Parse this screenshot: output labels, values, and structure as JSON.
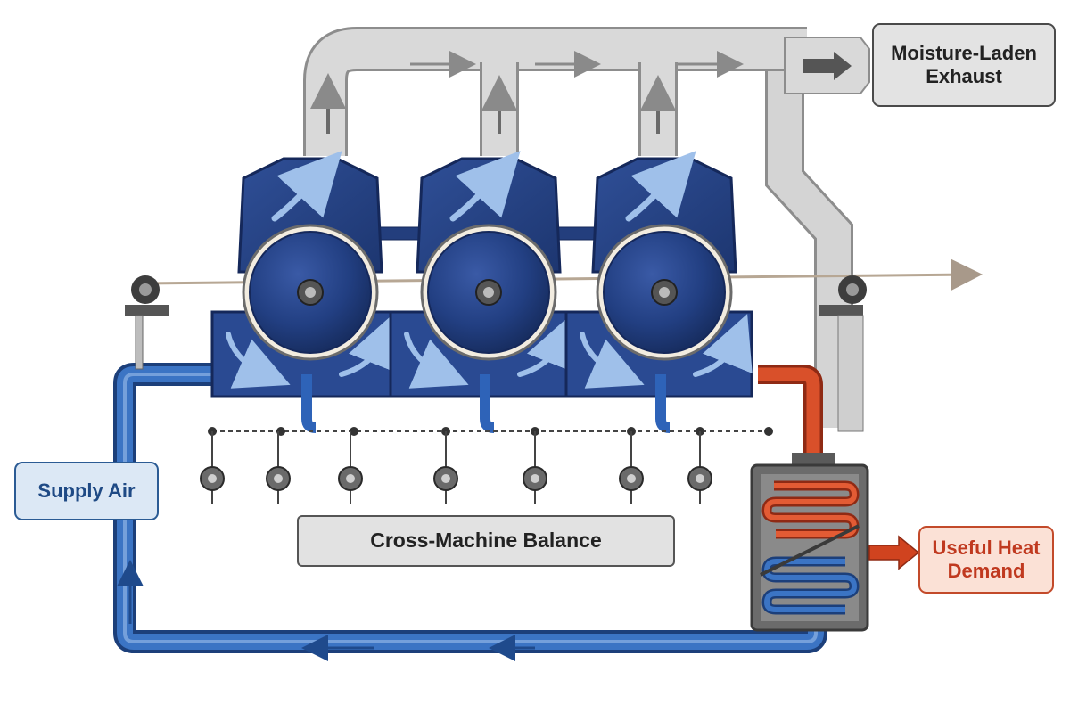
{
  "labels": {
    "exhaust": "Moisture-Laden Exhaust",
    "supply": "Supply Air",
    "balance": "Cross-Machine Balance",
    "heat_demand": "Useful Heat Demand"
  },
  "colors": {
    "machine_blue": "#233e7d",
    "supply_air_blue": "#2e63b8",
    "hot_water_red": "#d0431f",
    "exhaust_grey": "#c9c9c9",
    "web_tan": "#b7a794"
  },
  "icons": {
    "dryer_cylinder": "dryer-cylinder-icon",
    "exhaust_hood": "exhaust-hood-icon",
    "heat_exchanger": "heat-exchanger-icon",
    "valve": "valve-icon",
    "roller": "guide-roller-icon",
    "flow_arrow": "flow-arrow-icon"
  },
  "dryer_units": 3,
  "valves": 7
}
